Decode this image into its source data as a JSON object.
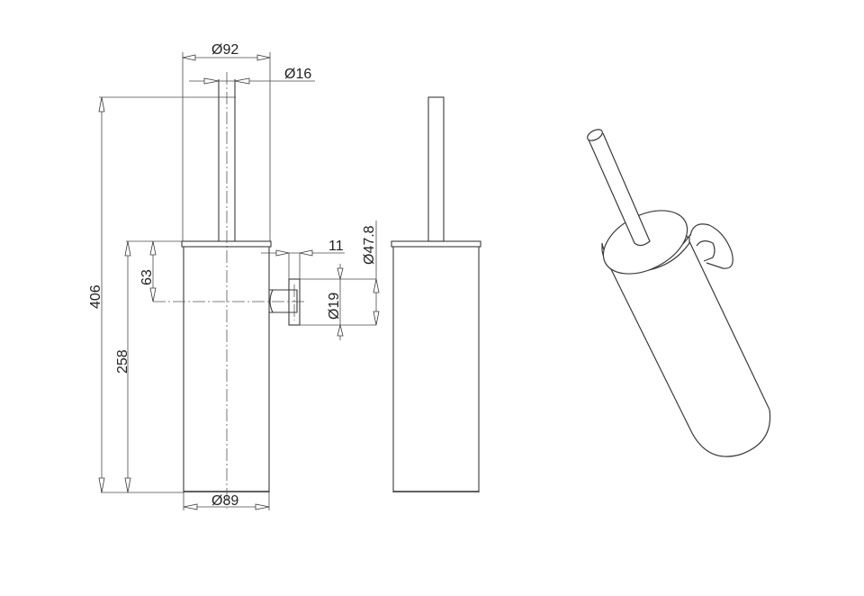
{
  "drawing": {
    "type": "technical-drawing",
    "subject": "wall-mounted toilet brush holder",
    "line_color": "#3a3a3a",
    "background": "#ffffff",
    "views": [
      {
        "name": "front-view",
        "description": "front elevation with dimensions"
      },
      {
        "name": "side-view",
        "description": "side elevation"
      },
      {
        "name": "isometric-view",
        "description": "3D perspective"
      }
    ],
    "dimensions": {
      "lid_diameter": "Ø92",
      "handle_diameter": "Ø16",
      "total_height": "406",
      "container_height": "258",
      "mount_offset": "63",
      "mount_depth": "11",
      "mount_diameter": "Ø19",
      "mount_plate_diameter": "Ø47.8",
      "base_diameter": "Ø89"
    }
  }
}
